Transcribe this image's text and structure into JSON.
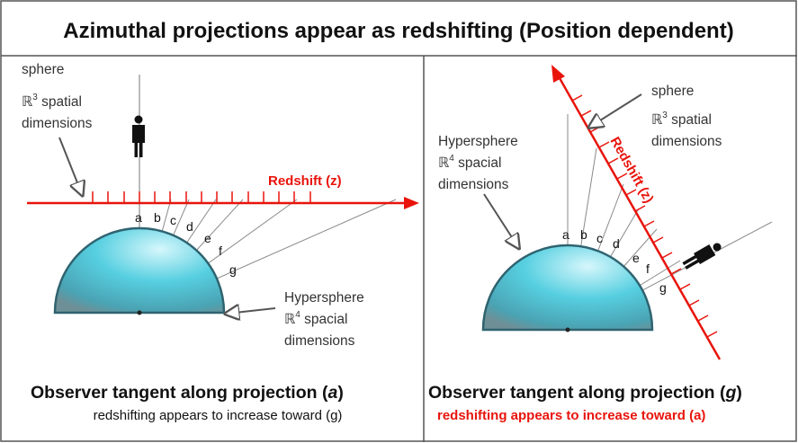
{
  "title": "Azimuthal projections appear as redshifting (Position dependent)",
  "left_panel": {
    "sphere_label": "sphere",
    "sphere_dims_symbol": "ℝ",
    "sphere_dims_exp": "3",
    "sphere_dims_line1": " spatial",
    "sphere_dims_line2": "dimensions",
    "redshift_label": "Redshift (z)",
    "letters": [
      "a",
      "b",
      "c",
      "d",
      "e",
      "f",
      "g"
    ],
    "hyper_label": "Hypersphere",
    "hyper_dims_symbol": "ℝ",
    "hyper_dims_exp": "4",
    "hyper_dims_line1": " spacial",
    "hyper_dims_line2": "dimensions",
    "caption_prefix": "Observer tangent along projection (",
    "caption_var": "a",
    "caption_suffix": ")",
    "subcaption": "redshifting appears to increase toward (g)"
  },
  "right_panel": {
    "sphere_label": "sphere",
    "sphere_dims_symbol": "ℝ",
    "sphere_dims_exp": "3",
    "sphere_dims_line1": " spatial",
    "sphere_dims_line2": "dimensions",
    "hyper_label": "Hypersphere",
    "hyper_dims_symbol": "ℝ",
    "hyper_dims_exp": "4",
    "hyper_dims_line1": " spacial",
    "hyper_dims_line2": "dimensions",
    "redshift_label": "Redshift (z)",
    "letters": [
      "a",
      "b",
      "c",
      "d",
      "e",
      "f",
      "g"
    ],
    "caption_prefix": "Observer tangent along projection (",
    "caption_var": "g",
    "caption_suffix": ")",
    "subcaption": "redshifting appears to increase toward (a)"
  },
  "colors": {
    "accent_red": "#e8140c",
    "sphere_fill_light": "#d6f7fc",
    "sphere_fill_mid": "#56cfe0",
    "sphere_fill_dark": "#6f8f96",
    "sphere_outline": "#2f6370",
    "line_gray": "#777777"
  }
}
